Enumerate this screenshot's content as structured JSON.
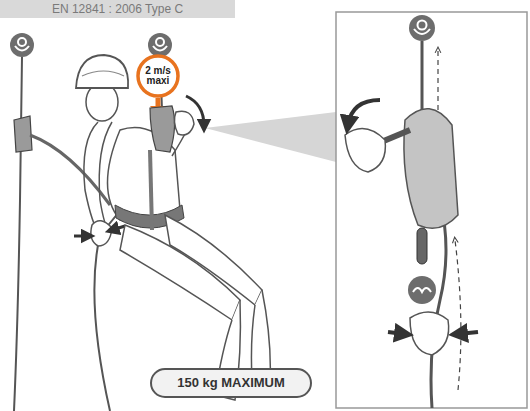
{
  "diagram": {
    "nodes": [
      {
        "text": [
          "EN 12841 : 2006 Type C"
        ]
      },
      {
        "text": [
          "2 m/s maxi"
        ]
      },
      {
        "text": [
          "150 kg MAXIMUM"
        ]
      }
    ]
  }
}
